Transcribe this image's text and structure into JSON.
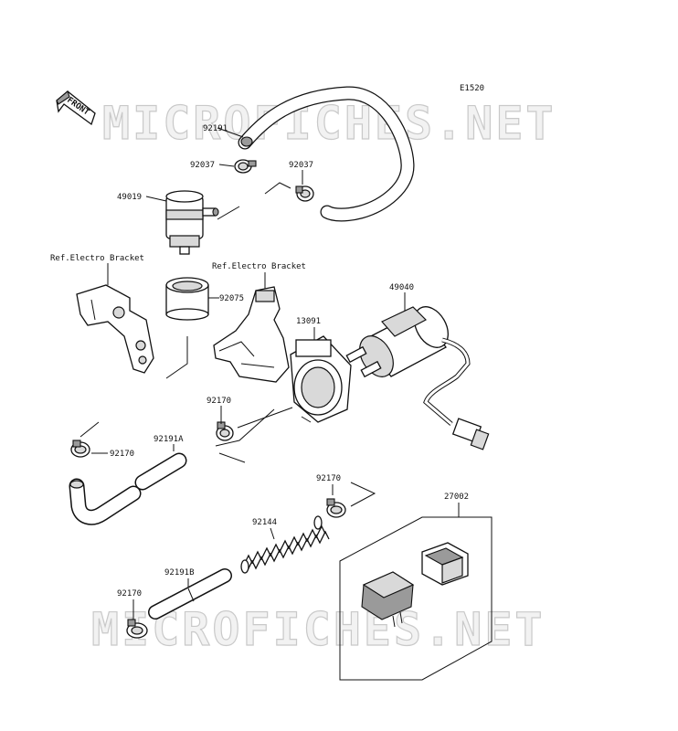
{
  "diagram_code": "E1520",
  "front_label": "FRONT",
  "watermark": "MICROFICHES.NET",
  "callouts": {
    "p92191_top": "92191",
    "p92037_left": "92037",
    "p92037_right": "92037",
    "p49019": "49019",
    "ref_bracket_left": "Ref.Electro Bracket",
    "ref_bracket_right": "Ref.Electro Bracket",
    "p92075": "92075",
    "p49040": "49040",
    "p13091": "13091",
    "p92170_mid": "92170",
    "p92170_left": "92170",
    "p92191A": "92191A",
    "p92170_right": "92170",
    "p27002": "27002",
    "p92144": "92144",
    "p92191B": "92191B",
    "p92170_bottom": "92170"
  }
}
